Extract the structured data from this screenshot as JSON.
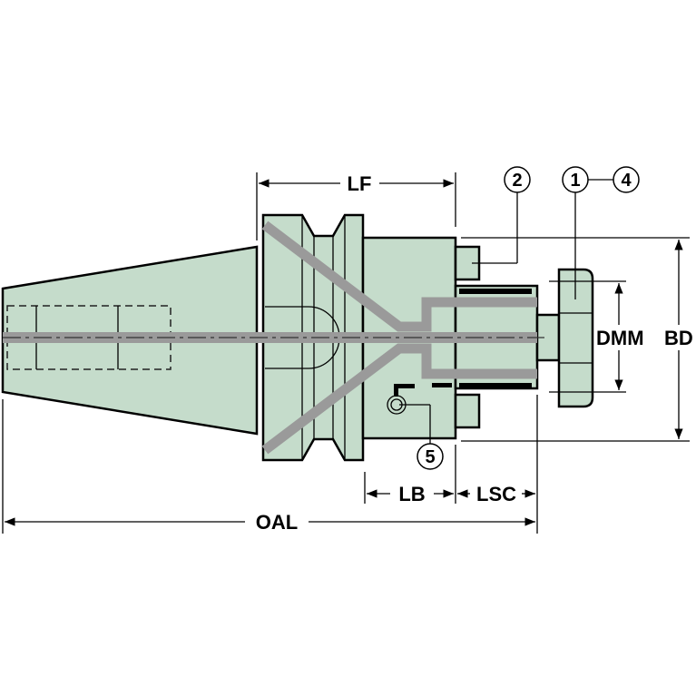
{
  "dimensions": {
    "lf": "LF",
    "lb": "LB",
    "lsc": "LSC",
    "oal": "OAL",
    "dmm": "DMM",
    "bd": "BD"
  },
  "callouts": [
    "1",
    "2",
    "4",
    "5"
  ],
  "colors": {
    "body": "#c5dccb",
    "coolant": "#9a9a9a",
    "outline": "#000000"
  }
}
